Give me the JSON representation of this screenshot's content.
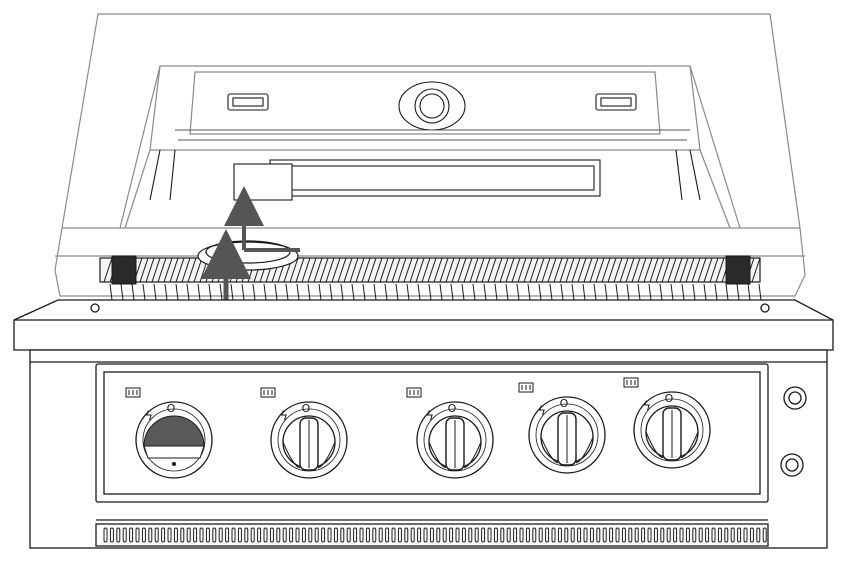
{
  "illustration": {
    "subject": "built-in gas grill with transparent hood, knob removed from burner",
    "line_color": "#1a1a1a",
    "hood_color": "#7a7a7a",
    "arrow_color": "#555555",
    "background": "#ffffff",
    "knob_symbols": {
      "ignite": "ϟ",
      "off": "O"
    }
  },
  "controls": {
    "burner_knobs": [
      {
        "id": 1,
        "state": "off",
        "style": "open cap"
      },
      {
        "id": 2,
        "state": "off",
        "style": "closed"
      },
      {
        "id": 3,
        "state": "off",
        "style": "closed"
      },
      {
        "id": 4,
        "state": "off",
        "style": "closed"
      },
      {
        "id": 5,
        "state": "off",
        "style": "closed"
      }
    ],
    "side_buttons": 2
  },
  "arrows": [
    {
      "name": "lift-knob-arrow",
      "direction": "up"
    },
    {
      "name": "lift-grate-arrow",
      "direction": "up"
    }
  ]
}
